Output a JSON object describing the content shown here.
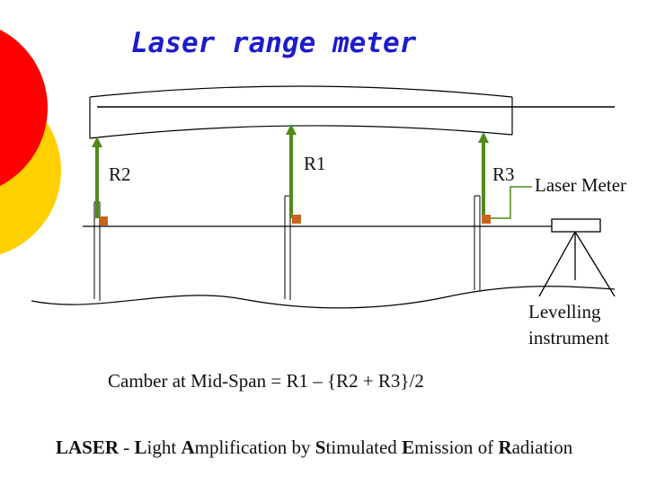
{
  "slide": {
    "title": "Laser range meter",
    "labels": {
      "r1": "R1",
      "r2": "R2",
      "r3": "R3",
      "laser_meter": "Laser Meter",
      "levelling_line1": "Levelling",
      "levelling_line2": "instrument"
    },
    "formula": "Camber at Mid-Span = R1 – {R2 + R3}/2",
    "acronym": {
      "text": "LASER - Light Amplification by Stimulated Emission of Radiation",
      "bold_letters": [
        "L",
        "A",
        "S",
        "E",
        "R"
      ]
    }
  },
  "colors": {
    "title": "#1c1ccc",
    "red_disc": "#ff0000",
    "yellow_disc": "#ffd000",
    "range_arrow": "#4f8a1a",
    "target_marker": "#c8641e",
    "line": "#000000"
  }
}
